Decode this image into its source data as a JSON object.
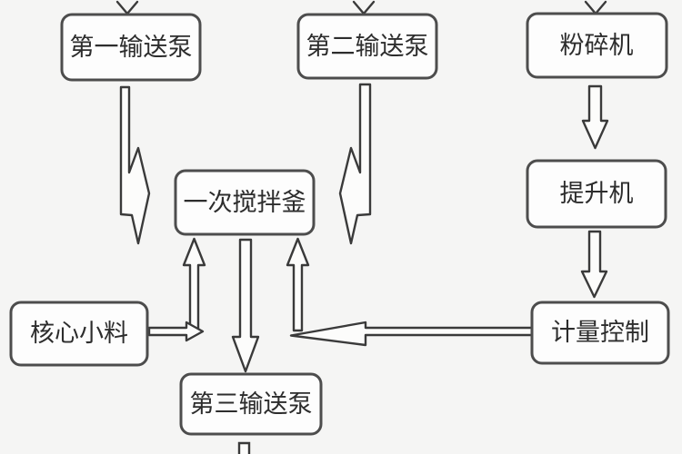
{
  "diagram": {
    "type": "flowchart",
    "language": "zh-CN",
    "colors": {
      "background": "#f5f5f4",
      "box_fill": "#fdfdfd",
      "box_border": "#4d4d4d",
      "arrow_stroke": "#3a3a3a",
      "text": "#2d2d2d"
    },
    "nodes": [
      {
        "id": "pump1",
        "label": "第一输送泵"
      },
      {
        "id": "pump2",
        "label": "第二输送泵"
      },
      {
        "id": "crusher",
        "label": "粉碎机"
      },
      {
        "id": "kettle1",
        "label": "一次搅拌釜"
      },
      {
        "id": "elevator",
        "label": "提升机"
      },
      {
        "id": "core-material",
        "label": "核心小料"
      },
      {
        "id": "metering",
        "label": "计量控制"
      },
      {
        "id": "pump3",
        "label": "第三输送泵"
      }
    ],
    "edges": [
      {
        "from": "offscreen-top",
        "to": "pump1",
        "style": "thin-open-arrow-down"
      },
      {
        "from": "offscreen-top",
        "to": "pump2",
        "style": "thin-open-arrow-down"
      },
      {
        "from": "offscreen-top",
        "to": "crusher",
        "style": "thin-open-arrow-down"
      },
      {
        "from": "pump1",
        "to": "kettle1",
        "style": "hollow-bent-arrow-down-then-right"
      },
      {
        "from": "pump2",
        "to": "kettle1",
        "style": "hollow-bent-arrow-down-then-left"
      },
      {
        "from": "crusher",
        "to": "elevator",
        "style": "hollow-arrow-down"
      },
      {
        "from": "elevator",
        "to": "metering",
        "style": "hollow-arrow-down"
      },
      {
        "from": "core-material",
        "to": "kettle1",
        "style": "thin-hollow-arrow-right-into-hollow-arrow-up"
      },
      {
        "from": "metering",
        "to": "kettle1",
        "style": "long-hollow-arrow-left-into-hollow-arrow-up"
      },
      {
        "from": "kettle1",
        "to": "pump3",
        "style": "hollow-arrow-down"
      },
      {
        "from": "pump3",
        "to": "offscreen-bottom",
        "style": "hollow-shaft-cut-off"
      }
    ]
  }
}
